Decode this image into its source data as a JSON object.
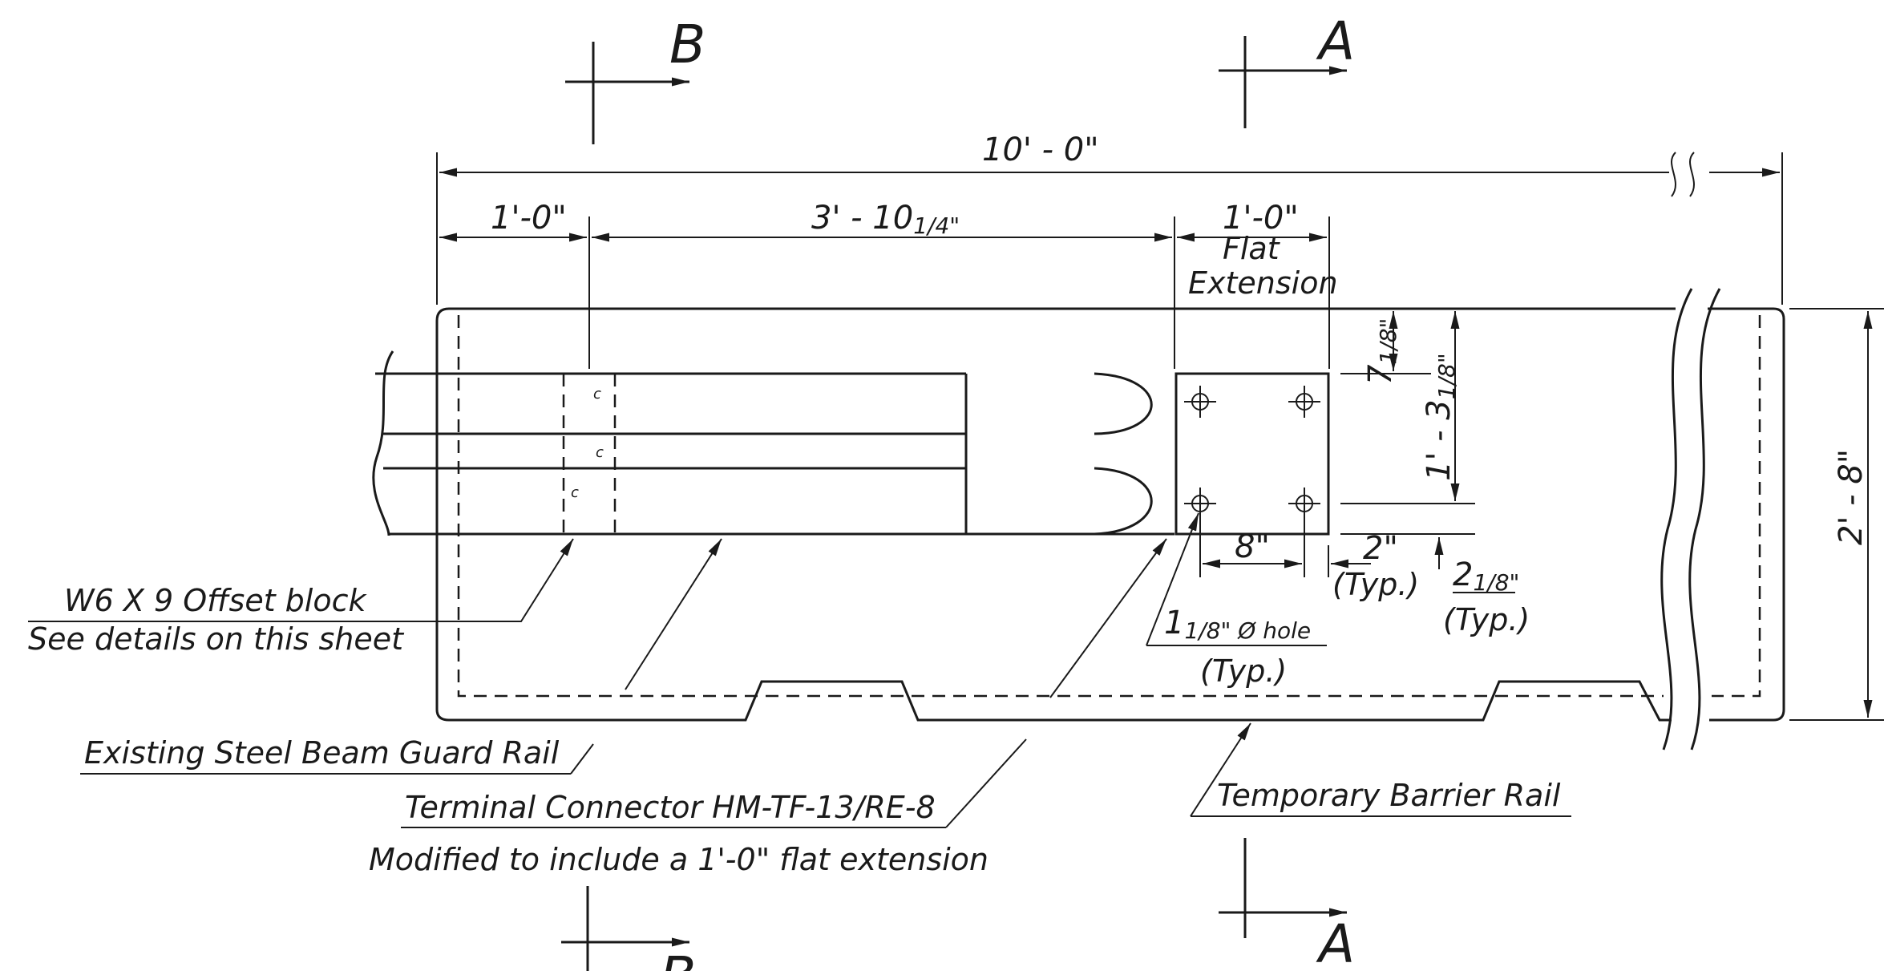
{
  "section_markers": {
    "b_top": "B",
    "a_top": "A",
    "a_bottom": "A",
    "b_bottom": "B"
  },
  "dimensions": {
    "overall_length": "10' - 0\"",
    "offset_to_block": "1'-0\"",
    "connector_length": "3' - 10",
    "connector_length_frac": "1/4\"",
    "flat_extension_length": "1'-0\"",
    "flat_extension_line1": "Flat",
    "flat_extension_line2": "Extension",
    "top_offset": "7",
    "top_offset_frac": "1/8\"",
    "bolt_vertical": "1' - 3",
    "bolt_vertical_frac": "1/8\"",
    "barrier_height": "2' - 8\"",
    "bolt_horizontal": "8\"",
    "edge_distance": "2\"",
    "edge_distance_typ": "(Typ.)",
    "bottom_edge": "2",
    "bottom_edge_frac": "1/8\"",
    "bottom_edge_typ": "(Typ.)",
    "hole_size": "1",
    "hole_size_frac": "1/8\" Ø hole",
    "hole_typ": "(Typ.)"
  },
  "labels": {
    "offset_block_line1": "W6 X 9 Offset block",
    "offset_block_line2": "See details on this sheet",
    "guard_rail": "Existing Steel Beam Guard Rail",
    "terminal_line1": "Terminal Connector HM-TF-13/RE-8",
    "terminal_line2": "Modified to include a 1'-0\" flat extension",
    "barrier_rail": "Temporary Barrier Rail"
  }
}
